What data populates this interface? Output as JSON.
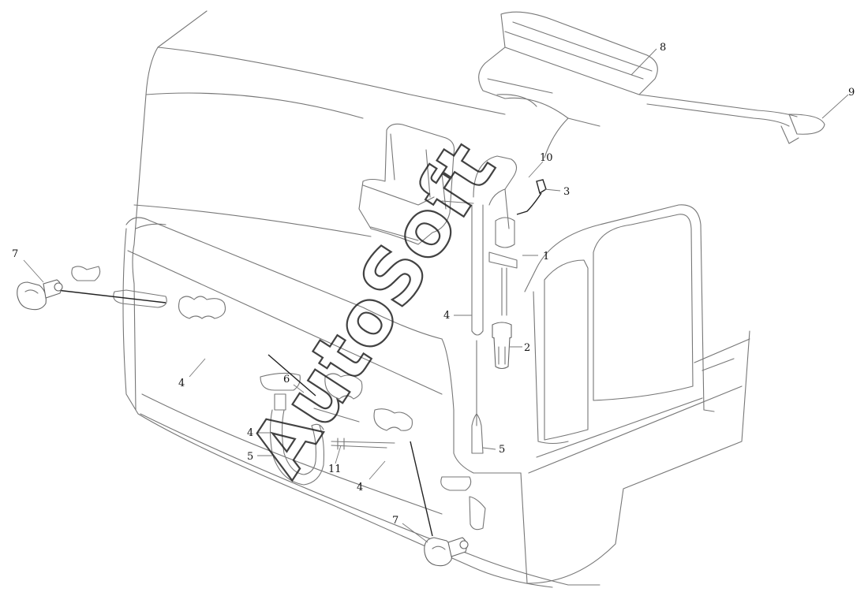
{
  "watermark": "AutoSoft",
  "callouts": [
    "1",
    "2",
    "3",
    "4",
    "5",
    "6",
    "7",
    "8",
    "9",
    "10",
    "11"
  ],
  "labels": {
    "c1": "1",
    "c2": "2",
    "c3": "3",
    "c4a": "4",
    "c4b": "4",
    "c4c": "4",
    "c4d": "4",
    "c5a": "5",
    "c5b": "5",
    "c6": "6",
    "c7a": "7",
    "c7b": "7",
    "c8": "8",
    "c9": "9",
    "c10": "10",
    "c11": "11"
  }
}
